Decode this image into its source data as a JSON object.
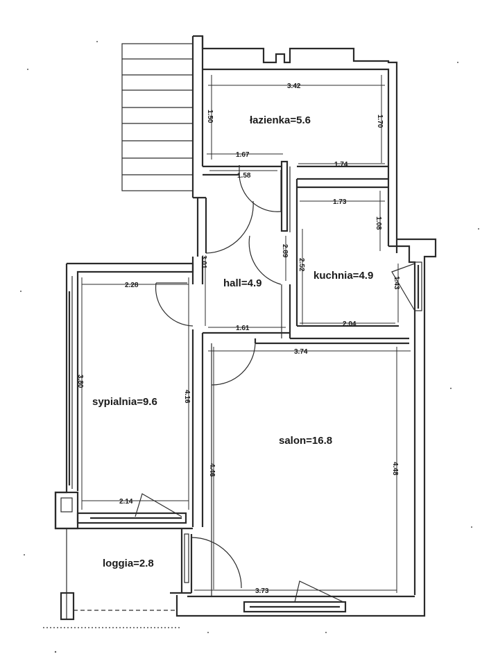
{
  "rooms": {
    "lazienka": "łazienka=5.6",
    "hall": "hall=4.9",
    "kuchnia": "kuchnia=4.9",
    "sypialnia": "sypialnia=9.6",
    "salon": "salon=16.8",
    "loggia": "loggia=2.8"
  },
  "dimensions": {
    "d_342": "3.42",
    "d_150": "1.50",
    "d_170": "1.70",
    "d_167": "1.67",
    "d_158": "1.58",
    "d_174": "1.74",
    "d_173": "1.73",
    "d_108": "1.08",
    "d_289": "2.89",
    "d_252": "2.52",
    "d_301": "3.01",
    "d_143": "1.43",
    "d_228": "2.28",
    "d_161": "1.61",
    "d_204": "2.04",
    "d_374": "3.74",
    "d_380": "3.80",
    "d_416": "4.16",
    "d_446": "4.46",
    "d_448": "4.48",
    "d_214": "2.14",
    "d_373": "3.73"
  }
}
